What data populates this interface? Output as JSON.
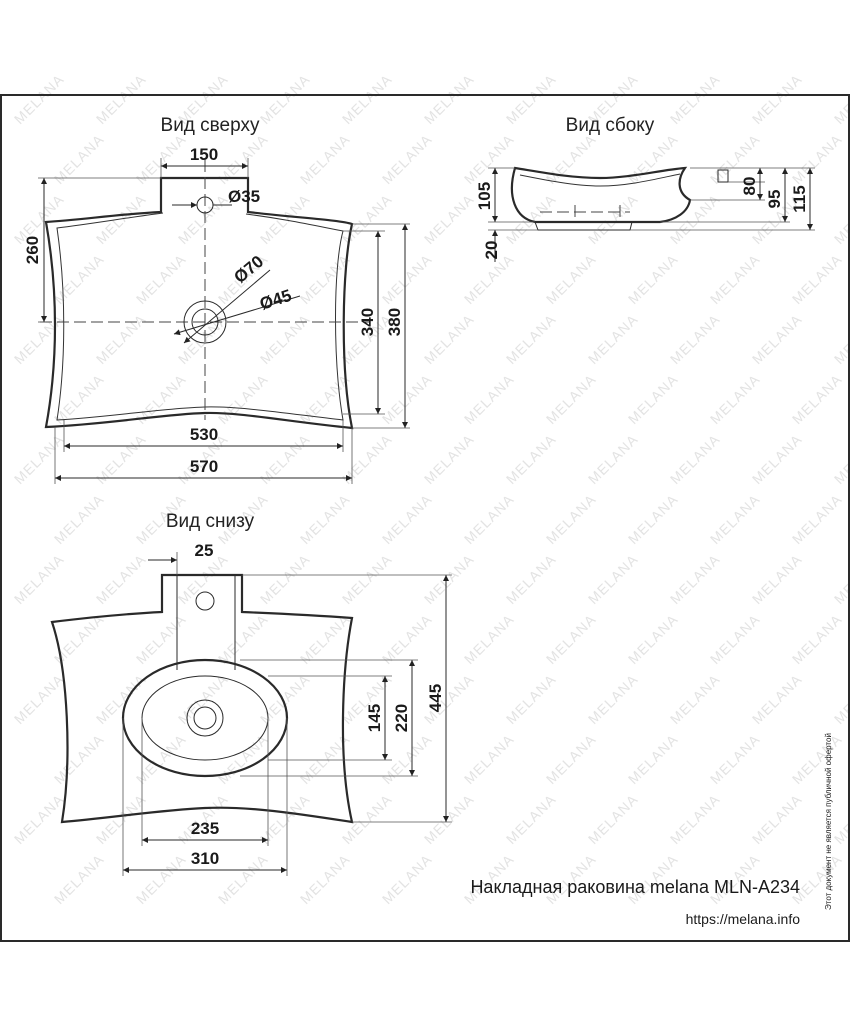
{
  "views": {
    "top_title": "Вид сверху",
    "side_title": "Вид сбоку",
    "bottom_title": "Вид снизу"
  },
  "top_view": {
    "dim_150": "150",
    "dim_d35": "Ø35",
    "dim_d70": "Ø70",
    "dim_d45": "Ø45",
    "dim_260": "260",
    "dim_340": "340",
    "dim_380": "380",
    "dim_530": "530",
    "dim_570": "570"
  },
  "side_view": {
    "dim_105": "105",
    "dim_20": "20",
    "dim_80": "80",
    "dim_95": "95",
    "dim_115": "115"
  },
  "bottom_view": {
    "dim_25": "25",
    "dim_145": "145",
    "dim_220": "220",
    "dim_445": "445",
    "dim_235": "235",
    "dim_310": "310"
  },
  "caption": "Накладная раковина melana MLN-A234",
  "url": "https://melana.info",
  "disclaimer": "Этот документ не является публичной офертой",
  "watermark": "MELANA",
  "colors": {
    "line": "#2a2a2a",
    "watermark": "#e3e3e3"
  }
}
